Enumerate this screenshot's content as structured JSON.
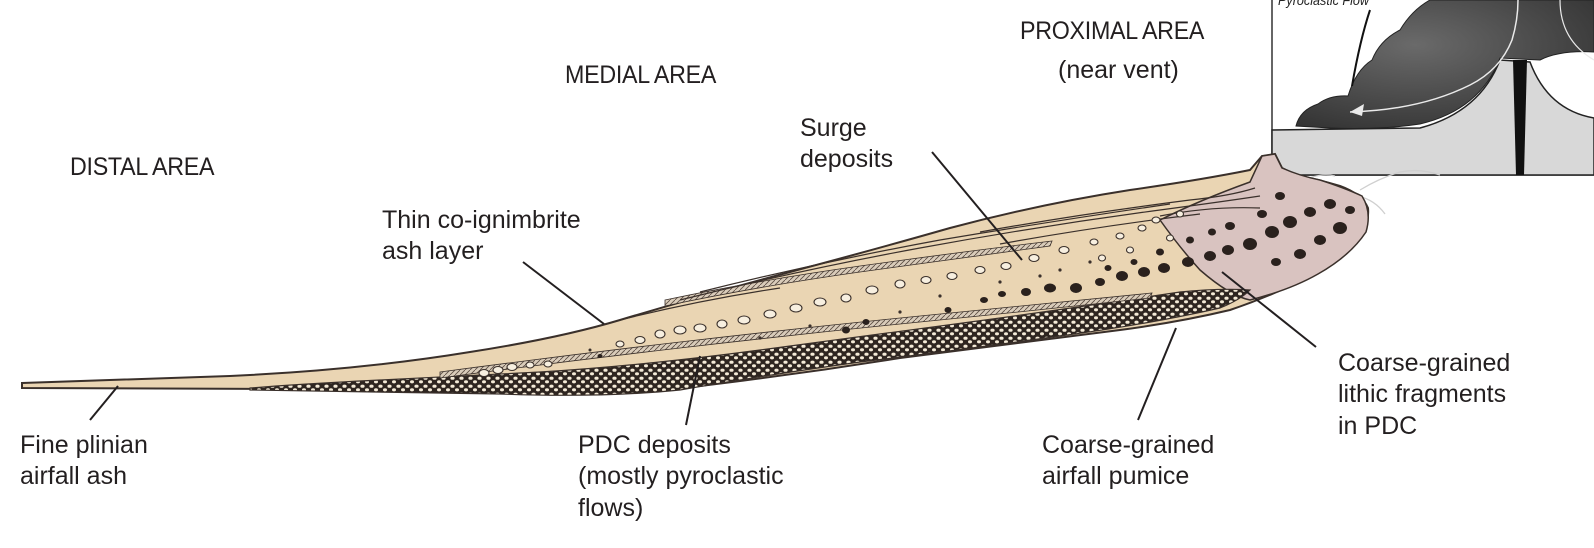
{
  "areas": {
    "distal": "DISTAL AREA",
    "medial": "MEDIAL AREA",
    "proximal": "PROXIMAL AREA",
    "proximal_sub": "(near vent)"
  },
  "labels": {
    "surge": "Surge\ndeposits",
    "co_ignimbrite": "Thin co-ignimbrite\nash layer",
    "plinian": "Fine plinian\nairfall ash",
    "pdc": "PDC deposits\n(mostly pyroclastic\nflows)",
    "pumice": "Coarse-grained\nairfall pumice",
    "lithic": "Coarse-grained\nlithic fragments\nin PDC"
  },
  "inset": {
    "caption": "Pyroclastic Flow"
  },
  "colors": {
    "deposit_fill": "#ead5b3",
    "proximal_fill": "#d9c3c0",
    "pumice_fill": "#2e2520",
    "outline": "#3a302b",
    "inset_ground": "#d8d8d8",
    "inset_rock": "#555555"
  }
}
